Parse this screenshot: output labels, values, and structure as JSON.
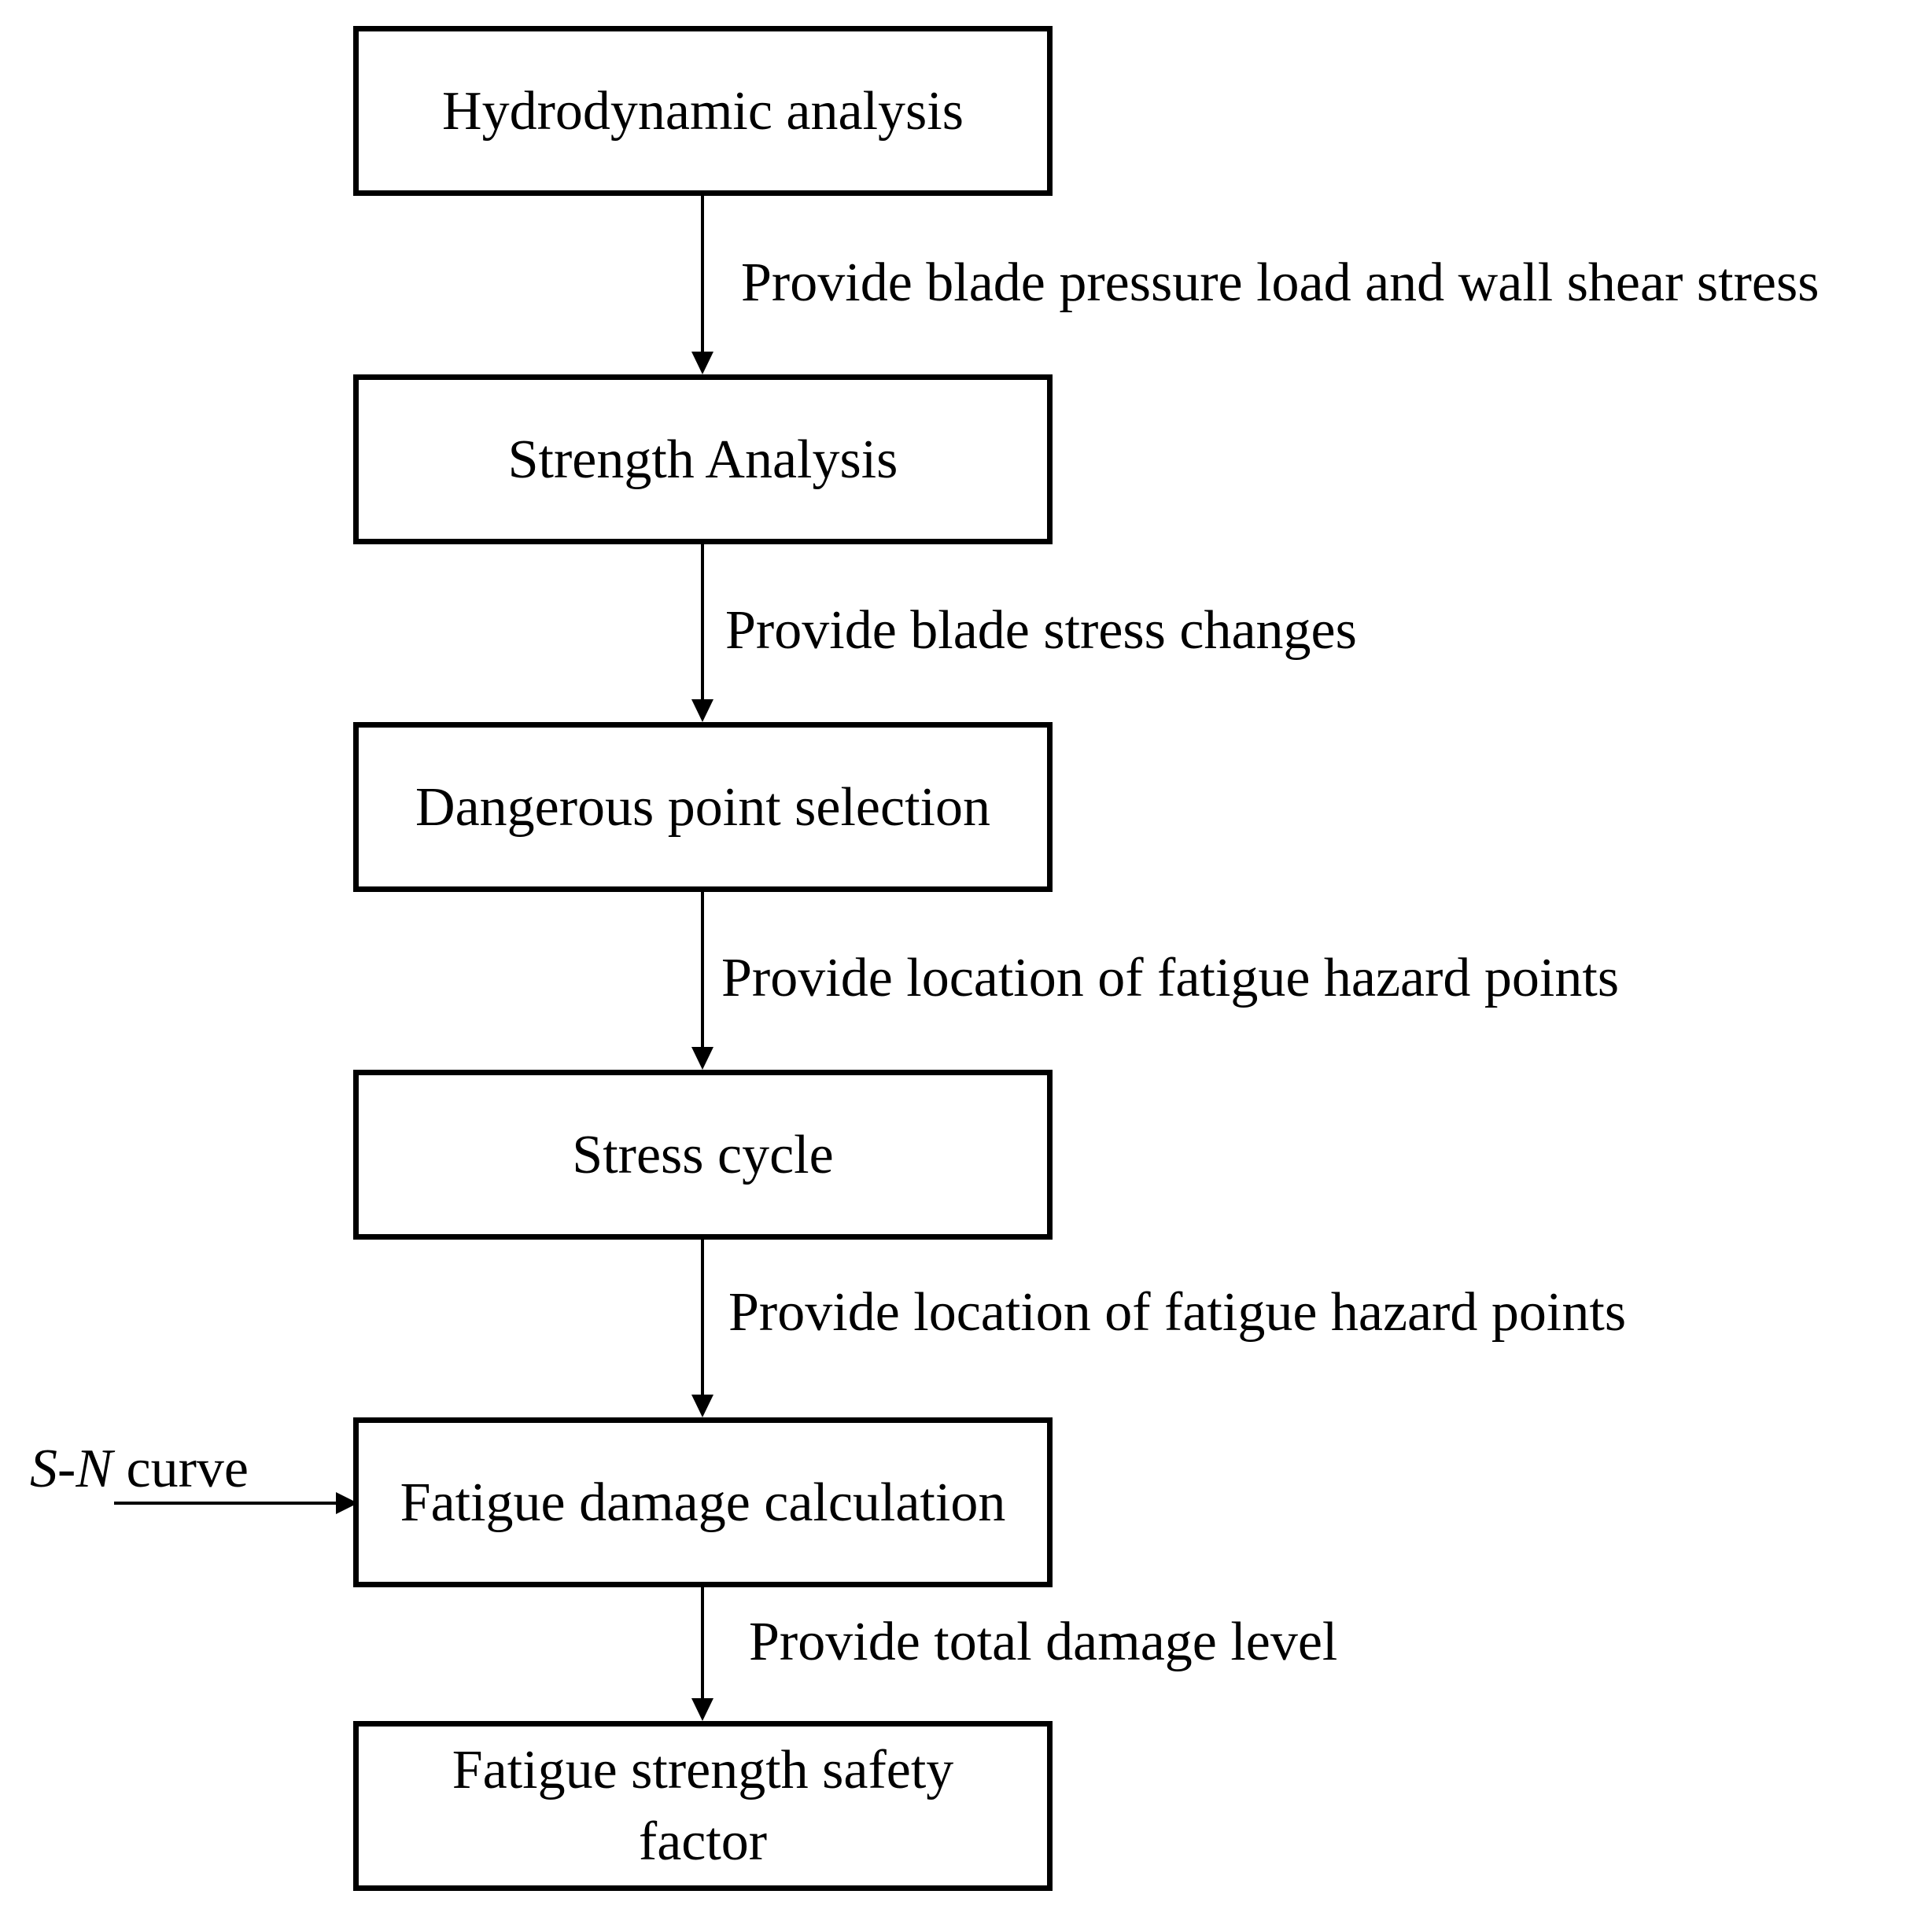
{
  "steps": [
    {
      "label": "Hydrodynamic analysis"
    },
    {
      "label": "Strength Analysis"
    },
    {
      "label": "Dangerous point selection"
    },
    {
      "label": "Stress cycle"
    },
    {
      "label": "Fatigue damage calculation"
    },
    {
      "label": "Fatigue strength safety factor"
    }
  ],
  "transitions": [
    {
      "label": "Provide blade pressure load and wall shear stress"
    },
    {
      "label": "Provide blade stress changes"
    },
    {
      "label": "Provide location of fatigue hazard points"
    },
    {
      "label": "Provide location of fatigue hazard points"
    },
    {
      "label": "Provide total damage level"
    }
  ],
  "side_input": {
    "symbol_s": "S",
    "dash": "-",
    "symbol_n": "N",
    "text": " curve"
  }
}
